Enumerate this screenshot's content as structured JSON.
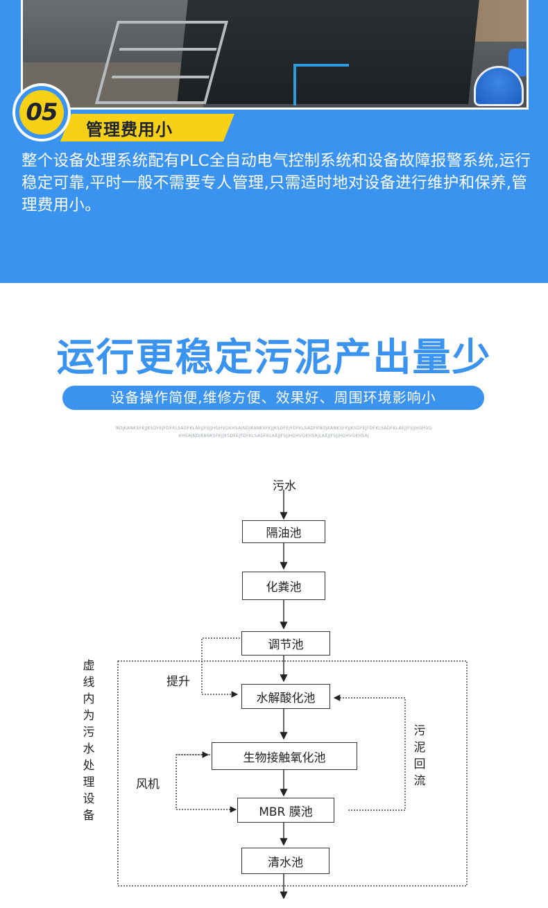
{
  "feature": {
    "number": "05",
    "title": "管理费用小",
    "description": "整个设备处理系统配有PLC全自动电气控制系统和设备故障报警系统,运行稳定可靠,平时一般不需要专人管理,只需适时地对设备进行维护和保养,管理费用小。"
  },
  "section": {
    "heading": "运行更稳定污泥产出量少",
    "subtitle": "设备操作简便,维修方便、效果好、周围环境影响小",
    "letters_line1": "NDJKANKSFKJJKSDFEJFDFKLSADFKLAEJJFSJJHGHVGKHSAJNDJKANKSFKJJKSDFEJFDFKLSADFKNDJKANKSFKJJKSDFEJFDFKLSADFKLAEJJFSJJHGHVG",
    "letters_line2": "KHSAJNDJKANKSFKJJKSDFEJFDFKLSADFKLAEJJFSJJHGHVGKHSAJLAEJJFSJJHGHVGKHSAJ"
  },
  "diagram": {
    "input": "污水",
    "nodes": [
      "隔油池",
      "化粪池",
      "调节池",
      "水解酸化池",
      "生物接触氧化池",
      "MBR 膜池",
      "清水池"
    ],
    "lift_label": "提升",
    "fan_label": "风机",
    "left_label": "虚线内为污水处理设备",
    "right_label": "污泥回流"
  },
  "colors": {
    "brand_blue": "#3a93ee",
    "badge_yellow": "#f7d117"
  }
}
